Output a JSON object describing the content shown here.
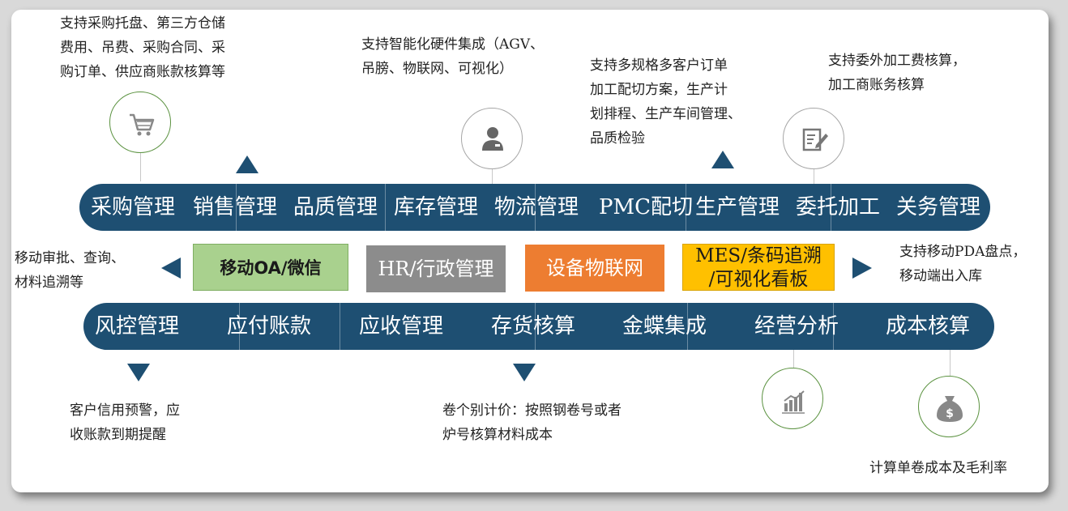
{
  "top_notes": {
    "purchase": "支持采购托盘、第三方仓储\n费用、吊费、采购合同、采\n购订单、供应商账款核算等",
    "iot": "支持智能化硬件集成（AGV、\n吊膀、物联网、可视化）",
    "production": "支持多规格多客户订单\n加工配切方案，生产计\n划排程、生产车间管理、\n品质检验",
    "outsource": "支持委外加工费核算，\n加工商账务核算"
  },
  "top_band": [
    "采购管理",
    "销售管理",
    "品质管理",
    "库存管理",
    "物流管理",
    "PMC配切",
    "生产管理",
    "委托加工",
    "关务管理"
  ],
  "middle": {
    "left_note": "移动审批、查询、\n材料追溯等",
    "right_note": "支持移动PDA盘点，\n移动端出入库",
    "boxes": [
      "移动OA/微信",
      "HR/行政管理",
      "设备物联网",
      "MES/条码追溯\n/可视化看板"
    ]
  },
  "bottom_band": [
    "风控管理",
    "应付账款",
    "应收管理",
    "存货核算",
    "金蝶集成",
    "经营分析",
    "成本核算"
  ],
  "bottom_notes": {
    "credit": "客户信用预警，应\n收账款到期提醒",
    "coil": "卷个别计价：按照钢卷号或者\n炉号核算材料成本",
    "cost": "计算单卷成本及毛利率"
  },
  "colors": {
    "band": "#1e4f72",
    "green_box": "#a9d18e",
    "gray_box": "#8c8c8c",
    "orange_box": "#ed7d31",
    "yellow_box": "#ffc000",
    "circle_border": "#5b9240"
  },
  "icons": [
    "cart-icon",
    "person-icon",
    "edit-icon",
    "bar-chart-icon",
    "money-bag-icon"
  ]
}
